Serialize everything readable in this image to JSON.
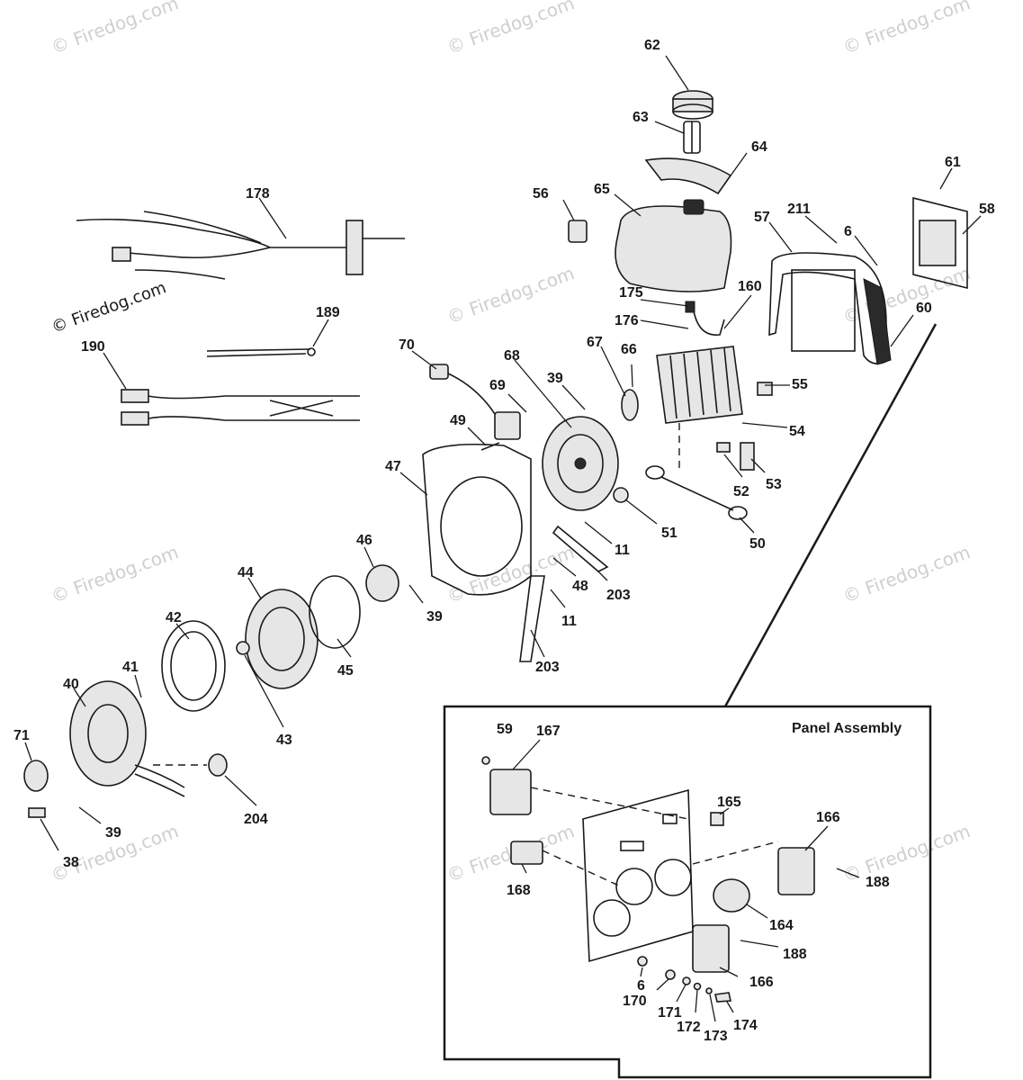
{
  "watermark_text": "© Firedog.com",
  "panel_title": "Panel Assembly",
  "callouts": [
    "62",
    "63",
    "64",
    "61",
    "58",
    "178",
    "65",
    "56",
    "211",
    "57",
    "6",
    "175",
    "160",
    "176",
    "60",
    "189",
    "190",
    "70",
    "68",
    "67",
    "66",
    "39",
    "69",
    "55",
    "49",
    "54",
    "47",
    "52",
    "53",
    "51",
    "50",
    "46",
    "11",
    "48",
    "203",
    "44",
    "39b",
    "42",
    "45",
    "11b",
    "41",
    "203b",
    "40",
    "43",
    "71",
    "204",
    "39c",
    "38",
    "59",
    "167",
    "165",
    "166",
    "188",
    "168",
    "164",
    "188b",
    "6b",
    "166b",
    "170",
    "171",
    "172",
    "173",
    "174"
  ],
  "callout_text": {
    "c62": "62",
    "c63": "63",
    "c64": "64",
    "c61": "61",
    "c58": "58",
    "c178": "178",
    "c65": "65",
    "c56": "56",
    "c211": "211",
    "c57": "57",
    "c6": "6",
    "c175": "175",
    "c160": "160",
    "c176": "176",
    "c60": "60",
    "c189": "189",
    "c190": "190",
    "c70": "70",
    "c68": "68",
    "c67": "67",
    "c66": "66",
    "c39": "39",
    "c69": "69",
    "c55": "55",
    "c49": "49",
    "c54": "54",
    "c47": "47",
    "c52": "52",
    "c53": "53",
    "c51": "51",
    "c50": "50",
    "c46": "46",
    "c11": "11",
    "c48": "48",
    "c203": "203",
    "c44": "44",
    "c39b": "39",
    "c42": "42",
    "c45": "45",
    "c11b": "11",
    "c41": "41",
    "c203b": "203",
    "c40": "40",
    "c43": "43",
    "c71": "71",
    "c204": "204",
    "c39c": "39",
    "c38": "38",
    "c59": "59",
    "c167": "167",
    "c165": "165",
    "c166": "166",
    "c188": "188",
    "c168": "168",
    "c164": "164",
    "c188b": "188",
    "c6b": "6",
    "c166b": "166",
    "c170": "170",
    "c171": "171",
    "c172": "172",
    "c173": "173",
    "c174": "174"
  }
}
